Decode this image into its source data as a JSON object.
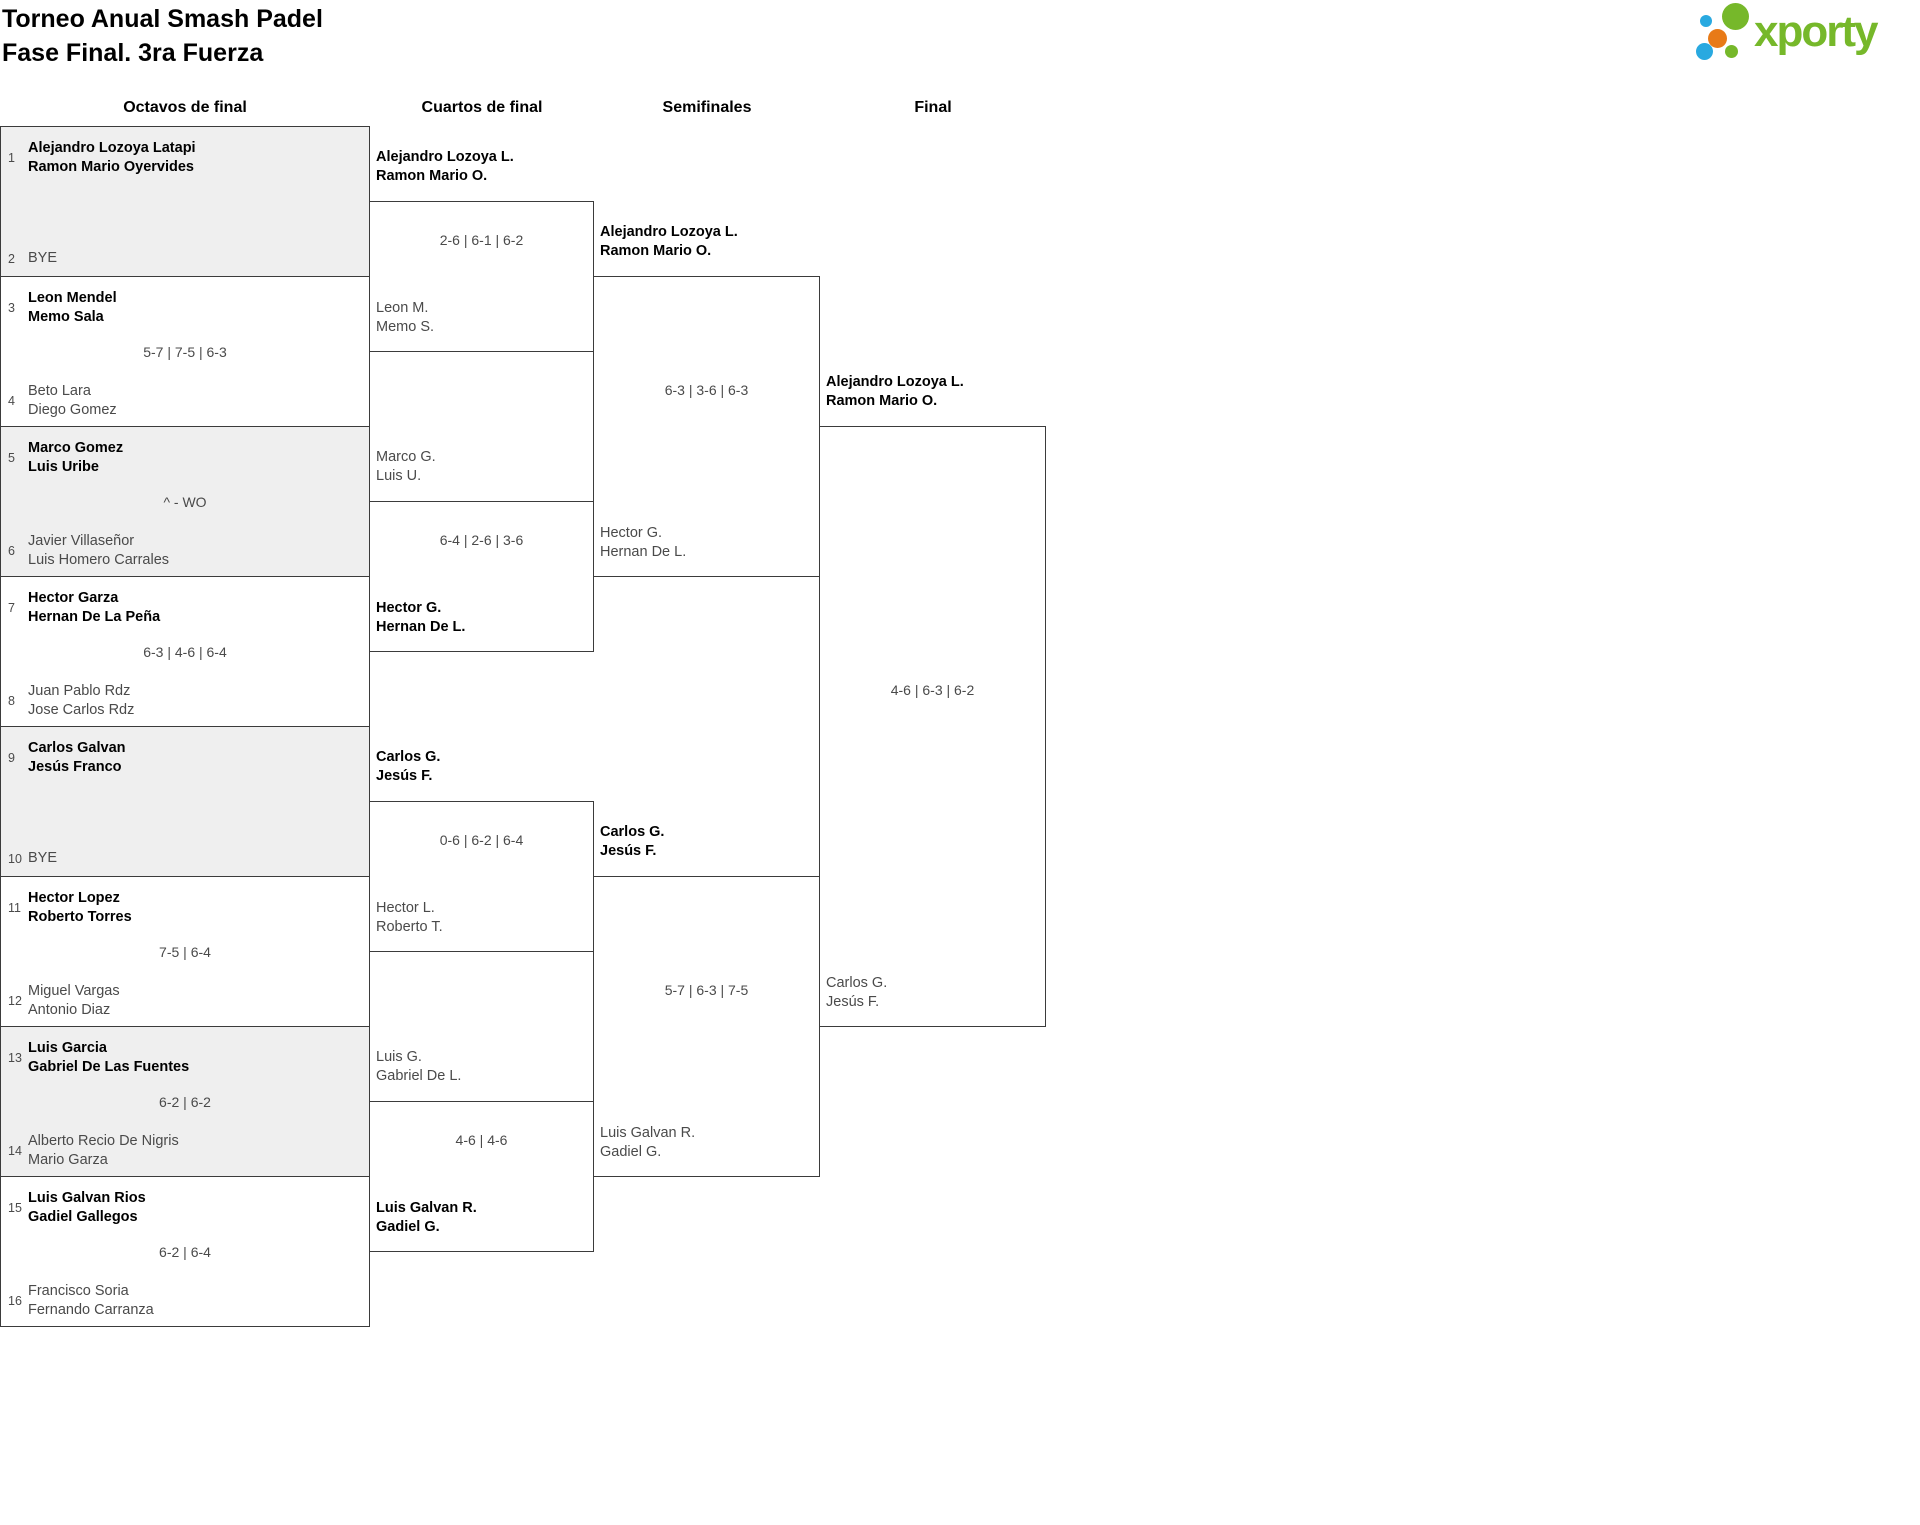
{
  "header": {
    "title_line1": "Torneo Anual Smash Padel",
    "title_line2": "Fase Final. 3ra Fuerza",
    "logo_text": "xporty",
    "logo_colors": {
      "green": "#76b82a",
      "orange": "#e87a17",
      "blue": "#29a9e0"
    }
  },
  "round_headers": [
    "Octavos de final",
    "Cuartos de final",
    "Semifinales",
    "Final"
  ],
  "octavos": [
    {
      "top_seed": "1",
      "top": [
        "Alejandro Lozoya Latapi",
        "Ramon Mario Oyervides"
      ],
      "top_winner": true,
      "score": "",
      "bottom_seed": "2",
      "bottom": [
        "BYE"
      ],
      "bottom_winner": false,
      "shaded": true
    },
    {
      "top_seed": "3",
      "top": [
        "Leon Mendel",
        "Memo Sala"
      ],
      "top_winner": true,
      "score": "5-7 | 7-5 | 6-3",
      "bottom_seed": "4",
      "bottom": [
        "Beto Lara",
        "Diego Gomez"
      ],
      "bottom_winner": false,
      "shaded": false
    },
    {
      "top_seed": "5",
      "top": [
        "Marco Gomez",
        "Luis Uribe"
      ],
      "top_winner": true,
      "score": "^ - WO",
      "bottom_seed": "6",
      "bottom": [
        "Javier Villaseñor",
        "Luis Homero Carrales"
      ],
      "bottom_winner": false,
      "shaded": true
    },
    {
      "top_seed": "7",
      "top": [
        "Hector Garza",
        "Hernan De La Peña"
      ],
      "top_winner": true,
      "score": "6-3 | 4-6 | 6-4",
      "bottom_seed": "8",
      "bottom": [
        "Juan Pablo Rdz",
        "Jose Carlos Rdz"
      ],
      "bottom_winner": false,
      "shaded": false
    },
    {
      "top_seed": "9",
      "top": [
        "Carlos Galvan",
        "Jesús Franco"
      ],
      "top_winner": true,
      "score": "",
      "bottom_seed": "10",
      "bottom": [
        "BYE"
      ],
      "bottom_winner": false,
      "shaded": true
    },
    {
      "top_seed": "11",
      "top": [
        "Hector Lopez",
        "Roberto Torres"
      ],
      "top_winner": true,
      "score": "7-5 | 6-4",
      "bottom_seed": "12",
      "bottom": [
        "Miguel Vargas",
        "Antonio Diaz"
      ],
      "bottom_winner": false,
      "shaded": false
    },
    {
      "top_seed": "13",
      "top": [
        "Luis Garcia",
        "Gabriel De Las Fuentes"
      ],
      "top_winner": true,
      "score": "6-2 | 6-2",
      "bottom_seed": "14",
      "bottom": [
        "Alberto Recio De Nigris",
        "Mario Garza"
      ],
      "bottom_winner": false,
      "shaded": true
    },
    {
      "top_seed": "15",
      "top": [
        "Luis Galvan Rios",
        "Gadiel Gallegos"
      ],
      "top_winner": true,
      "score": "6-2 | 6-4",
      "bottom_seed": "16",
      "bottom": [
        "Francisco Soria",
        "Fernando Carranza"
      ],
      "bottom_winner": false,
      "shaded": false
    }
  ],
  "cuartos": [
    {
      "top": [
        "Alejandro Lozoya L.",
        "Ramon Mario O."
      ],
      "top_winner": true,
      "score": "2-6 | 6-1 | 6-2",
      "bottom": [
        "Leon M.",
        "Memo S."
      ],
      "bottom_winner": false
    },
    {
      "top": [
        "Marco G.",
        "Luis U."
      ],
      "top_winner": false,
      "score": "6-4 | 2-6 | 3-6",
      "bottom": [
        "Hector G.",
        "Hernan De L."
      ],
      "bottom_winner": true
    },
    {
      "top": [
        "Carlos G.",
        "Jesús F."
      ],
      "top_winner": true,
      "score": "0-6 | 6-2 | 6-4",
      "bottom": [
        "Hector L.",
        "Roberto T."
      ],
      "bottom_winner": false
    },
    {
      "top": [
        "Luis G.",
        "Gabriel De L."
      ],
      "top_winner": false,
      "score": "4-6 | 4-6",
      "bottom": [
        "Luis Galvan R.",
        "Gadiel G."
      ],
      "bottom_winner": true
    }
  ],
  "semifinales": [
    {
      "top": [
        "Alejandro Lozoya L.",
        "Ramon Mario O."
      ],
      "top_winner": true,
      "score": "6-3 | 3-6 | 6-3",
      "bottom": [
        "Hector G.",
        "Hernan De L."
      ],
      "bottom_winner": false
    },
    {
      "top": [
        "Carlos G.",
        "Jesús F."
      ],
      "top_winner": true,
      "score": "5-7 | 6-3 | 7-5",
      "bottom": [
        "Luis Galvan R.",
        "Gadiel G."
      ],
      "bottom_winner": false
    }
  ],
  "final": [
    {
      "top": [
        "Alejandro Lozoya L.",
        "Ramon Mario O."
      ],
      "top_winner": true,
      "score": "4-6 | 6-3 | 6-2",
      "bottom": [
        "Carlos G.",
        "Jesús F."
      ],
      "bottom_winner": false
    }
  ]
}
